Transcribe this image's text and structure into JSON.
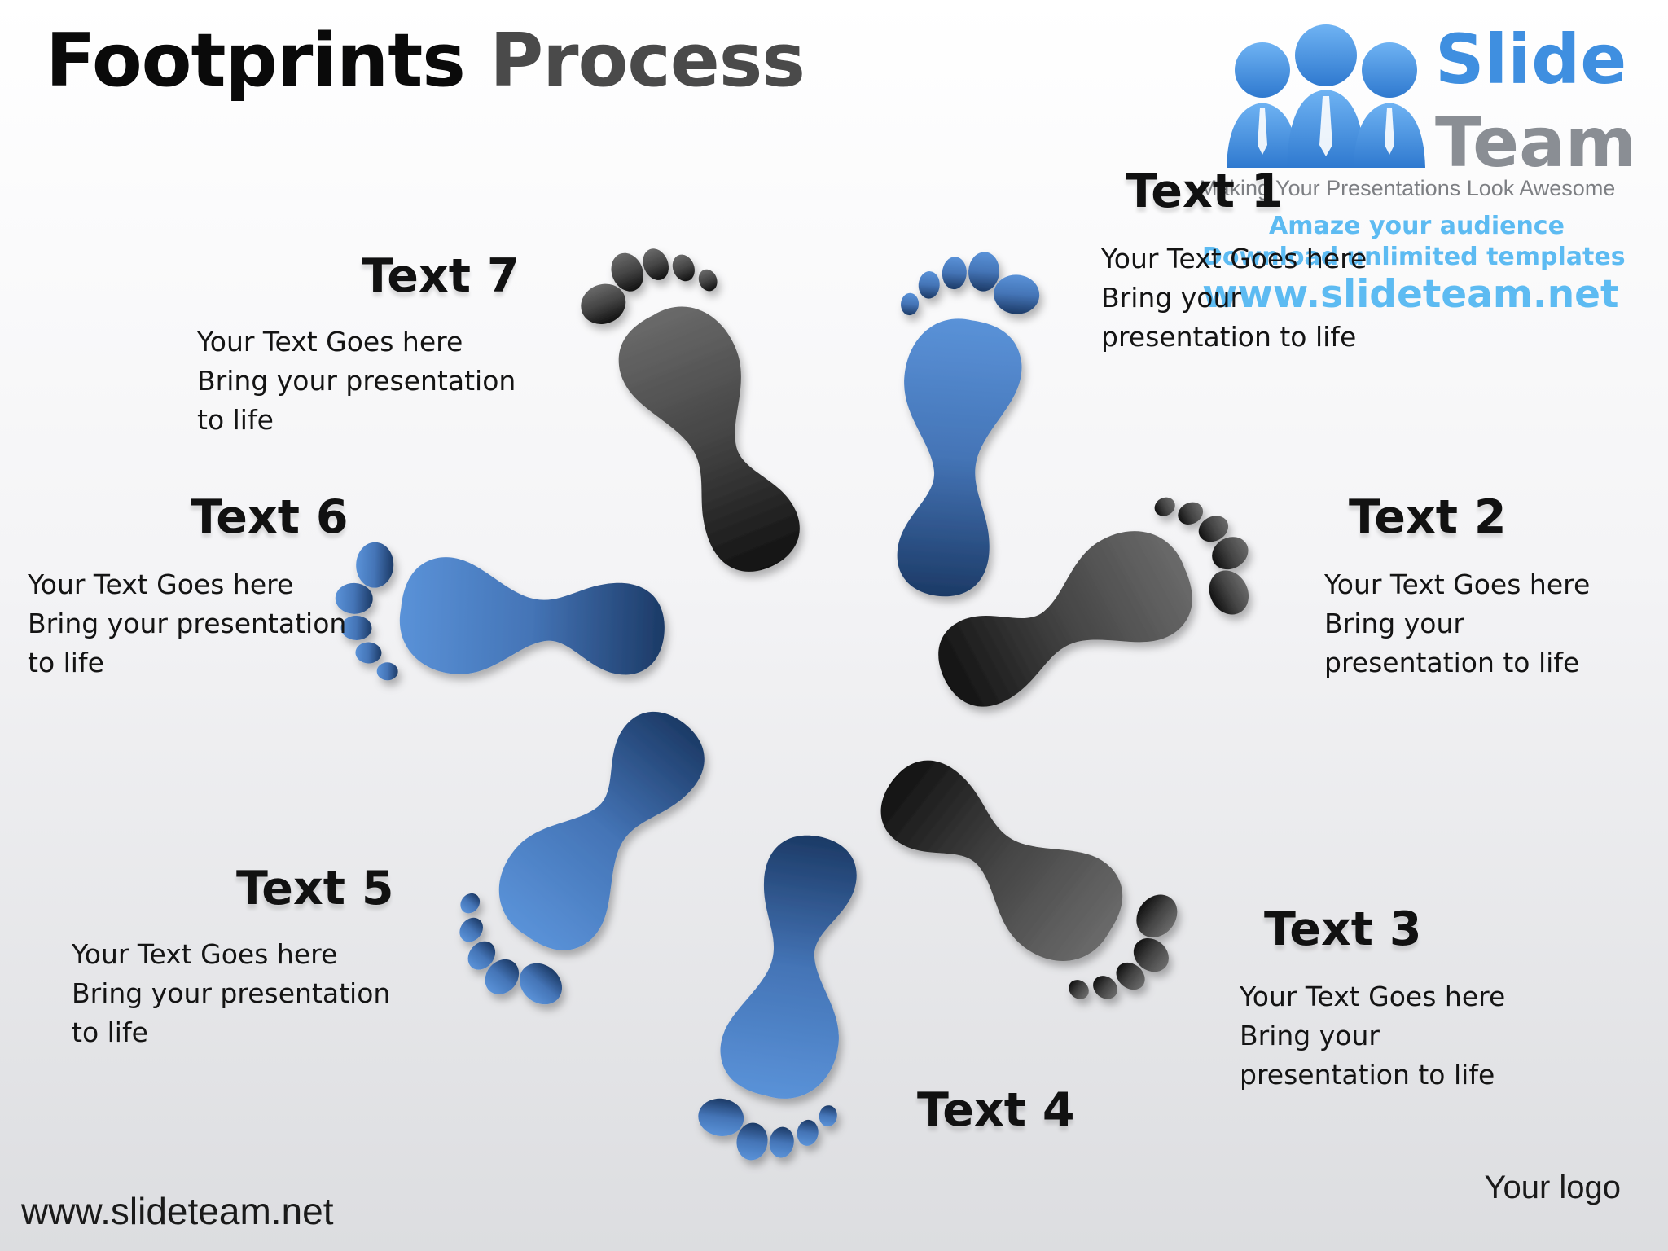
{
  "title": {
    "part1": "Footprints",
    "part2": "Process"
  },
  "logo": {
    "brand_line1": "Slide",
    "brand_line2": "Team",
    "tagline": "Making Your Presentations Look Awesome",
    "promo1": "Amaze your audience",
    "promo2": "Download unlimited templates",
    "promo3": "www.slideteam.net",
    "colors": {
      "brand_blue": "#3f8fe0",
      "brand_gray": "#8a8e94",
      "promo_blue": "#55b8f2"
    }
  },
  "colors": {
    "blue": "#4f87cf",
    "blue_dark": "#1c3a66",
    "gray": "#5f5f5f",
    "gray_dark": "#111111"
  },
  "steps": [
    {
      "label": "Text 1",
      "lines": [
        "Your Text Goes here",
        "Bring your",
        "presentation to life"
      ],
      "color": "blue",
      "icon": "footprint-icon"
    },
    {
      "label": "Text 2",
      "lines": [
        "Your Text Goes here",
        "Bring your",
        "presentation to life"
      ],
      "color": "gray",
      "icon": "footprint-icon"
    },
    {
      "label": "Text 3",
      "lines": [
        "Your Text Goes here",
        "Bring your",
        "presentation to life"
      ],
      "color": "gray",
      "icon": "footprint-icon"
    },
    {
      "label": "Text 4",
      "lines": [],
      "color": "blue",
      "icon": "footprint-icon"
    },
    {
      "label": "Text 5",
      "lines": [
        "Your Text Goes here",
        "Bring your presentation",
        "to life"
      ],
      "color": "blue",
      "icon": "footprint-icon"
    },
    {
      "label": "Text 6",
      "lines": [
        "Your Text Goes here",
        "Bring your presentation",
        "to life"
      ],
      "color": "blue",
      "icon": "footprint-icon"
    },
    {
      "label": "Text 7",
      "lines": [
        "Your Text Goes here",
        "Bring your presentation",
        "to life"
      ],
      "color": "gray",
      "icon": "footprint-icon"
    }
  ],
  "footer": {
    "url": "www.slideteam.net",
    "logo_placeholder": "Your logo"
  }
}
